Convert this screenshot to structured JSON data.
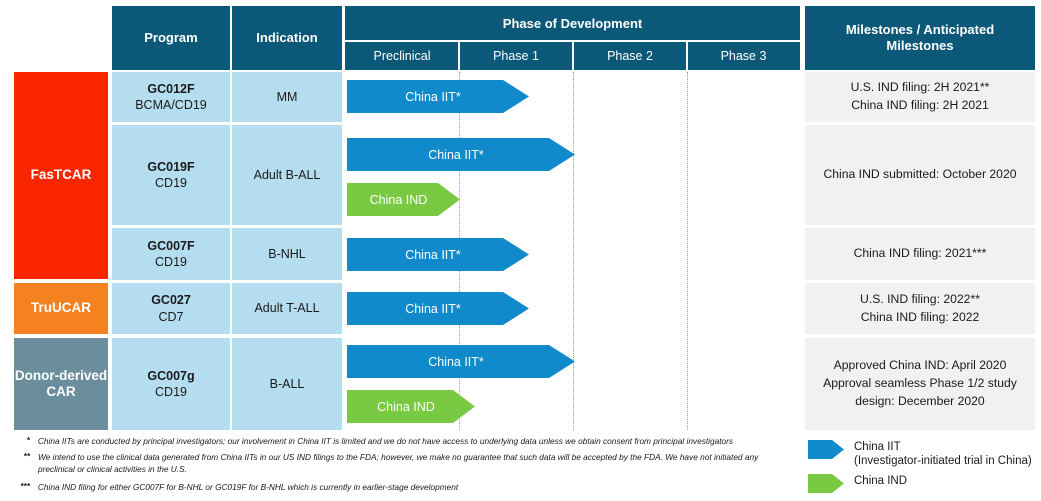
{
  "header": {
    "program": "Program",
    "indication": "Indication",
    "phase_of_development": "Phase of Development",
    "phases": [
      "Preclinical",
      "Phase 1",
      "Phase 2",
      "Phase 3"
    ],
    "milestones": "Milestones / Anticipated Milestones"
  },
  "colors": {
    "header_blue": "#0b5878",
    "cell_light_blue": "#b5ddf0",
    "milestone_gray": "#f1f1f1",
    "fastcar_red": "#fa2600",
    "truucar_orange": "#f58220",
    "donor_slate": "#6a8e9b",
    "arrow_iit_blue": "#118acb",
    "arrow_ind_green": "#7ac943"
  },
  "platforms": [
    {
      "name": "FasTCAR",
      "color": "#fa2600"
    },
    {
      "name": "TruUCAR",
      "color": "#f58220"
    },
    {
      "name": "Donor-derived CAR",
      "color": "#6a8e9b"
    }
  ],
  "rows": [
    {
      "program_name": "GC012F",
      "program_target": "BCMA/CD19",
      "indication": "MM",
      "milestones": [
        "U.S. IND filing: 2H 2021**",
        "China IND filing: 2H 2021"
      ],
      "bars": [
        {
          "label": "China IIT*",
          "type": "iit"
        }
      ]
    },
    {
      "program_name": "GC019F",
      "program_target": "CD19",
      "indication": "Adult B-ALL",
      "milestones": [
        "China IND submitted: October 2020"
      ],
      "bars": [
        {
          "label": "China IIT*",
          "type": "iit"
        },
        {
          "label": "China IND",
          "type": "ind"
        }
      ]
    },
    {
      "program_name": "GC007F",
      "program_target": "CD19",
      "indication": "B-NHL",
      "milestones": [
        "China IND filing: 2021***"
      ],
      "bars": [
        {
          "label": "China IIT*",
          "type": "iit"
        }
      ]
    },
    {
      "program_name": "GC027",
      "program_target": "CD7",
      "indication": "Adult T-ALL",
      "milestones": [
        "U.S. IND filing: 2022**",
        "China IND filing: 2022"
      ],
      "bars": [
        {
          "label": "China IIT*",
          "type": "iit"
        }
      ]
    },
    {
      "program_name": "GC007g",
      "program_target": "CD19",
      "indication": "B-ALL",
      "milestones": [
        "Approved China IND: April 2020",
        "Approval seamless Phase 1/2 study design: December 2020"
      ],
      "bars": [
        {
          "label": "China IIT*",
          "type": "iit"
        },
        {
          "label": "China IND",
          "type": "ind"
        }
      ]
    }
  ],
  "footnotes": [
    {
      "mark": "*",
      "text": "China IITs are conducted by principal investigators; our involvement in China IIT is limited and we do not have access to underlying data unless we obtain consent from principal investigators"
    },
    {
      "mark": "**",
      "text": "We intend to use the clinical data generated from China IITs in our US IND filings to the FDA; however, we make no guarantee that such data will be accepted by the FDA. We have not initiated any preclinical or clinical activities in the U.S."
    },
    {
      "mark": "***",
      "text": "China IND filing for either GC007F for B-NHL or GC019F for B-NHL which is currently in earlier-stage development"
    }
  ],
  "legend": [
    {
      "title": "China IIT",
      "subtitle": "(Investigator-initiated trial in China)",
      "type": "iit"
    },
    {
      "title": "China IND",
      "subtitle": "",
      "type": "ind"
    }
  ]
}
